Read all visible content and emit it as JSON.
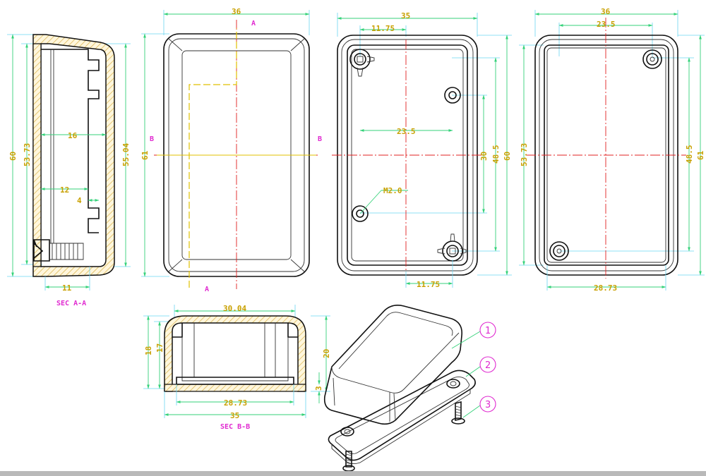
{
  "colors": {
    "dimension": "#c8a000",
    "label": "#e02ad0",
    "centerline": "#e02020",
    "dimline": "#35d27a",
    "extension": "#6ad6f0",
    "hatch": "#d8b24a",
    "section": "#fff6dc",
    "outline": "#111111"
  },
  "section_aa": {
    "caption": "SEC A-A",
    "dims": {
      "h60": "60",
      "h5373": "53.73",
      "h5504": "55.04",
      "w16": "16",
      "w12": "12",
      "w4": "4",
      "w11": "11"
    }
  },
  "front_view": {
    "dims": {
      "w36": "36",
      "h61": "61"
    },
    "markers": {
      "a_top": "A",
      "a_bottom": "A",
      "b_left": "B",
      "b_right": "B"
    }
  },
  "inner_view": {
    "dims": {
      "w35": "35",
      "w1175_top": "11.75",
      "w235": "23.5",
      "h30": "30",
      "h485": "48.5",
      "h60": "60",
      "w1175_bot": "11.75"
    },
    "hole_label": "M2.0"
  },
  "back_view": {
    "dims": {
      "w36": "36",
      "w235": "23.5",
      "h5373": "53.73",
      "h485": "48.5",
      "h61": "61",
      "w2873": "28.73"
    }
  },
  "section_bb": {
    "caption": "SEC B-B",
    "dims": {
      "w3004": "30.04",
      "h18": "18",
      "h17": "17",
      "h20": "20",
      "h3": "3",
      "w2873": "28.73",
      "w35": "35"
    }
  },
  "callouts": [
    "1",
    "2",
    "3"
  ]
}
